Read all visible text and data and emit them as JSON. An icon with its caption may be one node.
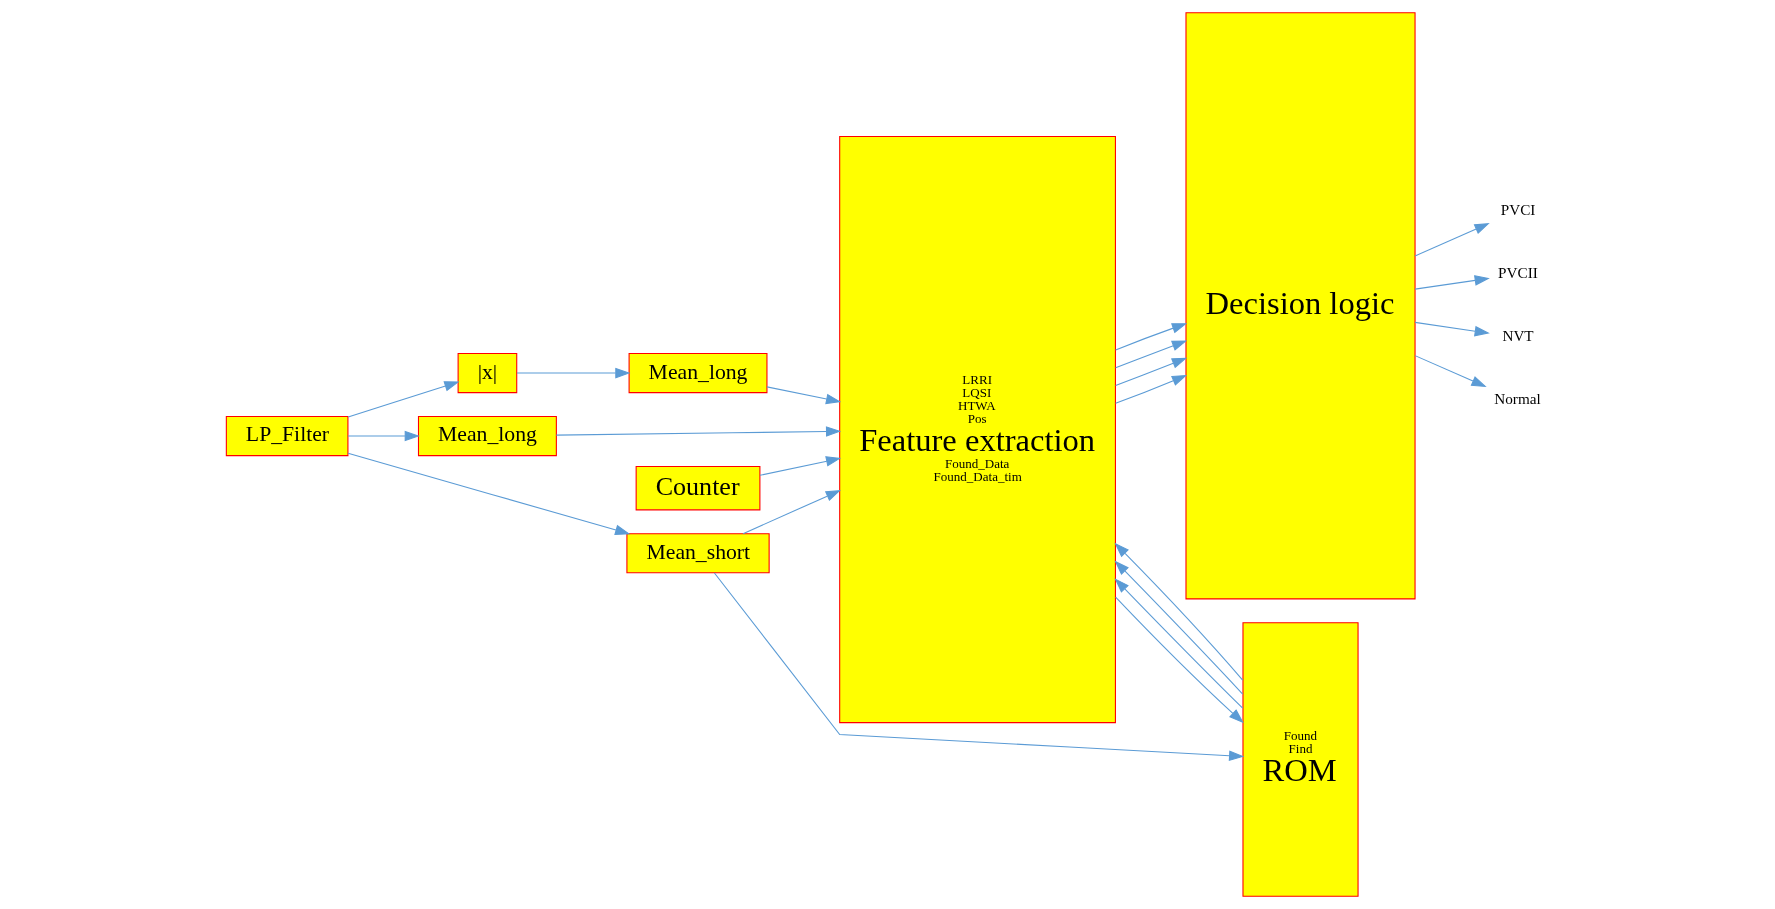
{
  "diagram": {
    "nodes": [
      {
        "text": [
          "LP_Filter"
        ]
      },
      {
        "text": [
          "|x|"
        ]
      },
      {
        "text": [
          "Mean_long"
        ]
      },
      {
        "text": [
          "Mean_long"
        ]
      },
      {
        "text": [
          "Mean_short"
        ]
      },
      {
        "text": [
          "Found",
          "Find",
          "ROM"
        ]
      },
      {
        "text": [
          "Counter"
        ]
      },
      {
        "text": [
          "LRRI",
          "LQSI",
          "HTWA",
          "Pos",
          "Feature extraction",
          "Found_Data",
          "Found_Data_tim"
        ]
      },
      {
        "text": [
          "Decision logic"
        ]
      },
      {
        "text": [
          "PVCI"
        ]
      },
      {
        "text": [
          "PVCII"
        ]
      },
      {
        "text": [
          "NVT"
        ]
      },
      {
        "text": [
          "Normal"
        ]
      }
    ],
    "edges": [
      {
        "from": 0,
        "to": 1,
        "arrow": "to"
      },
      {
        "from": 0,
        "to": 3,
        "arrow": "to"
      },
      {
        "from": 0,
        "to": 4,
        "arrow": "to"
      },
      {
        "from": 1,
        "to": 2,
        "arrow": "to"
      },
      {
        "from": 2,
        "to": 7,
        "arrow": "to"
      },
      {
        "from": 3,
        "to": 7,
        "arrow": "to"
      },
      {
        "from": 4,
        "to": 7,
        "arrow": "to"
      },
      {
        "from": 4,
        "to": 5,
        "arrow": "to"
      },
      {
        "from": 5,
        "to": 7,
        "arrow": "to"
      },
      {
        "from": 7,
        "to": 5,
        "arrow": "to"
      },
      {
        "from": 5,
        "to": 7,
        "arrow": "to"
      },
      {
        "from": 5,
        "to": 7,
        "arrow": "to"
      },
      {
        "from": 6,
        "to": 7,
        "arrow": "to"
      },
      {
        "from": 7,
        "to": 8,
        "arrow": "to"
      },
      {
        "from": 7,
        "to": 8,
        "arrow": "to"
      },
      {
        "from": 7,
        "to": 8,
        "arrow": "to"
      },
      {
        "from": 7,
        "to": 8,
        "arrow": "to"
      },
      {
        "from": 8,
        "to": 9,
        "arrow": "to"
      },
      {
        "from": 8,
        "to": 10,
        "arrow": "to"
      },
      {
        "from": 8,
        "to": 11,
        "arrow": "to"
      },
      {
        "from": 8,
        "to": 12,
        "arrow": "to"
      }
    ]
  }
}
